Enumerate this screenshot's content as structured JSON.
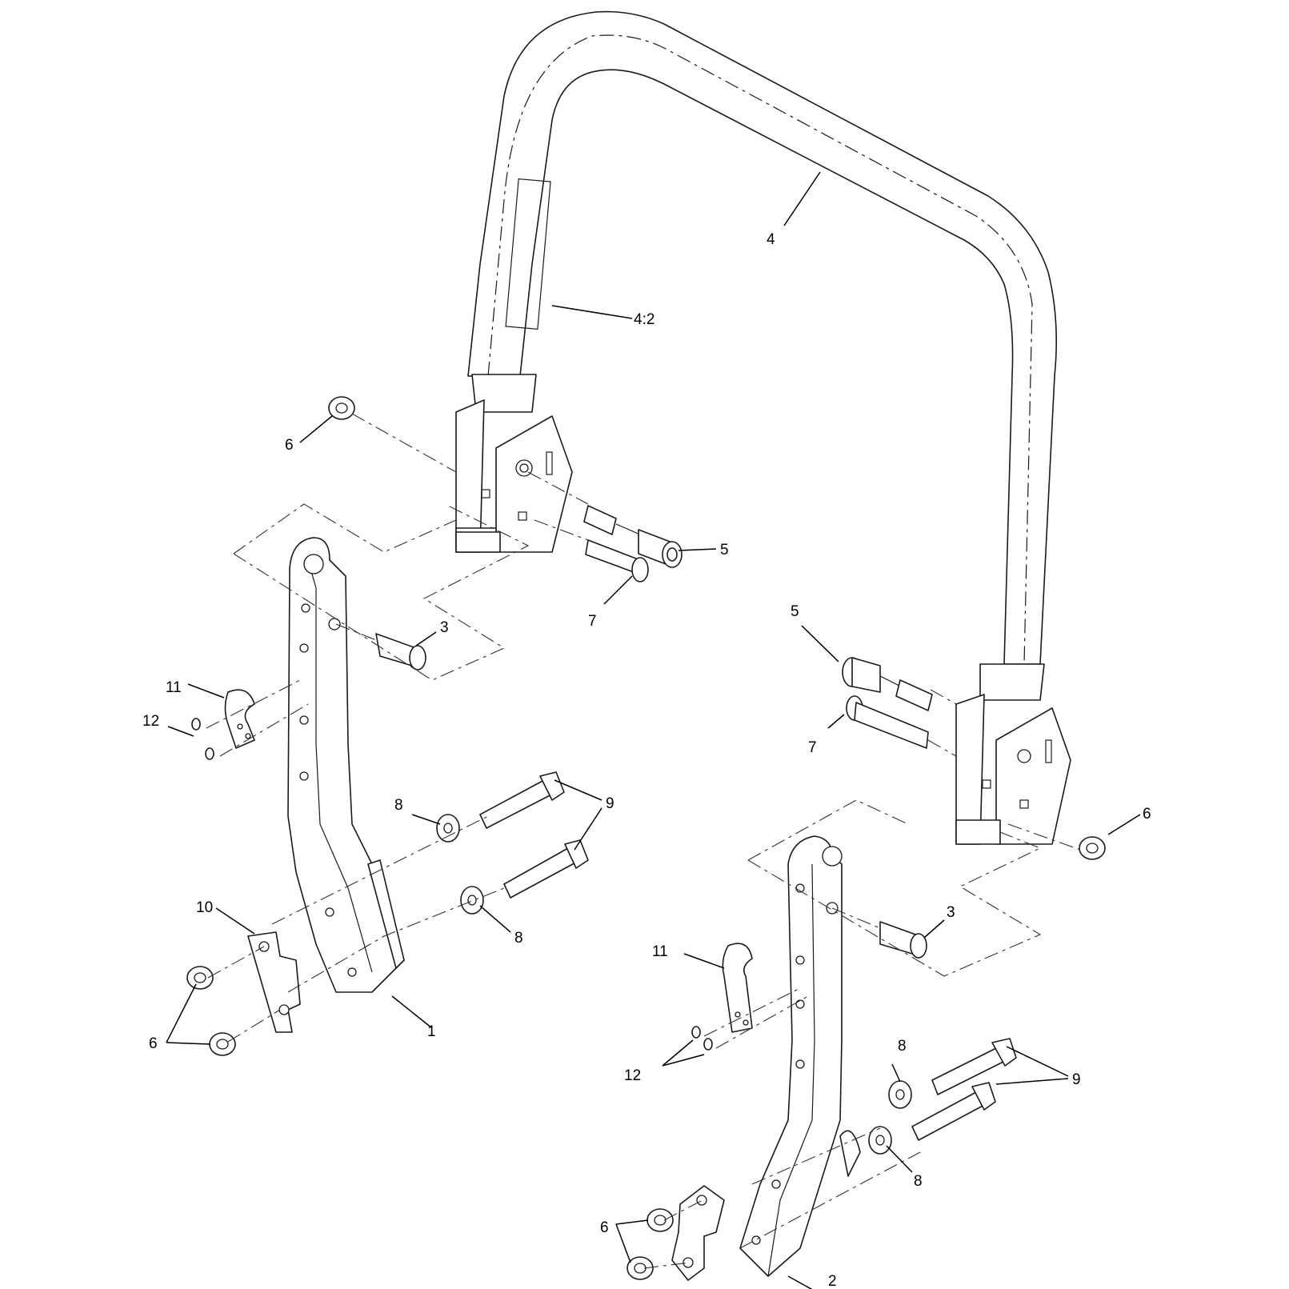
{
  "diagram": {
    "callouts": [
      {
        "id": "c1",
        "text": "1"
      },
      {
        "id": "c2",
        "text": "2"
      },
      {
        "id": "c3a",
        "text": "3"
      },
      {
        "id": "c3b",
        "text": "3"
      },
      {
        "id": "c4",
        "text": "4"
      },
      {
        "id": "c42",
        "text": "4:2"
      },
      {
        "id": "c5a",
        "text": "5"
      },
      {
        "id": "c5b",
        "text": "5"
      },
      {
        "id": "c6a",
        "text": "6"
      },
      {
        "id": "c6b",
        "text": "6"
      },
      {
        "id": "c6c",
        "text": "6"
      },
      {
        "id": "c6d",
        "text": "6"
      },
      {
        "id": "c7a",
        "text": "7"
      },
      {
        "id": "c7b",
        "text": "7"
      },
      {
        "id": "c8a",
        "text": "8"
      },
      {
        "id": "c8b",
        "text": "8"
      },
      {
        "id": "c8c",
        "text": "8"
      },
      {
        "id": "c8d",
        "text": "8"
      },
      {
        "id": "c9a",
        "text": "9"
      },
      {
        "id": "c9b",
        "text": "9"
      },
      {
        "id": "c10",
        "text": "10"
      },
      {
        "id": "c11a",
        "text": "11"
      },
      {
        "id": "c11b",
        "text": "11"
      },
      {
        "id": "c12a",
        "text": "12"
      },
      {
        "id": "c12b",
        "text": "12"
      }
    ]
  }
}
